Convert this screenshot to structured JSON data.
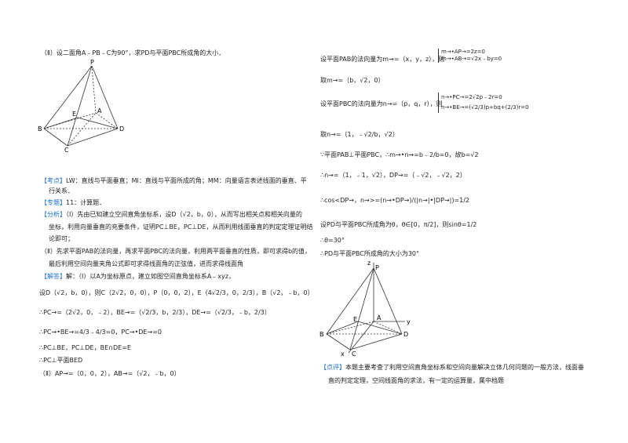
{
  "left": {
    "problem2": "（Ⅱ）设二面角A﹣PB﹣C为90°，求PD与平面PBC所成角的大小．",
    "fig1_labels": {
      "P": "P",
      "A": "A",
      "B": "B",
      "C": "C",
      "D": "D",
      "E": "E"
    },
    "kaodian_tag": "【考点】",
    "kaodian_text": "LW：直线与平面垂直；MI：直线与平面所成的角；MM：向量语言表述线面的垂直、平",
    "kaodian_text2": "行关系．",
    "zhuanti_tag": "【专题】",
    "zhuanti_text": "11：计算题．",
    "fenxi_tag": "【分析】",
    "fenxi_1": "（Ⅰ）先由已知建立空间直角坐标系，设D（√2，b，0），从而写出相关点和相关向量的",
    "fenxi_2": "坐标，利用向量垂直的充要条件，证明PC⊥BE，PC⊥DE，从而利用线面垂直的判定定理证明结",
    "fenxi_3": "论即可；",
    "fenxi_4": "（Ⅱ）先求平面PAB的法向量，再求平面PBC的法向量，利用两平面垂直的性质，即可求得b的值，",
    "fenxi_5": "最后利用空间向量夹角公式即可求得线面角的正弦值，进而求得线面角",
    "jieda_tag": "【解答】",
    "jieda_1": "解：（Ⅰ）以A为坐标原点，建立如图空间直角坐标系A﹣xyz，",
    "l2": "设D（√2，b，0），则C（2√2，0，0），P（0，0，2），E（4√2/3，0，2/3），B（√2，﹣b，0）",
    "l3": "∴PC→=（2√2，0，﹣2），BE→=（√2/3，b，2/3），DE→=（√2/3，﹣b，2/3）",
    "l4": "∴PC→•BE→=4/3﹣4/3=0，PC→•DE→=0",
    "l5": "∴PC⊥BE，PC⊥DE，BE∩DE=E",
    "l6": "∴PC⊥平面BED",
    "l7": "（Ⅱ）AP→=（0，0，2），AB→=（√2，﹣b，0）"
  },
  "right": {
    "r1": "设平面PAB的法向量为m→=（x，y，z），则",
    "r1_sys1": "m→•AP→=2z=0",
    "r1_sys2": "m→•AB→=√2x﹣by=0",
    "r2": "取m→=（b，√2，0）",
    "r3": "设平面PBC的法向量为n→=（p，q，r），则",
    "r3_sys1": "n→•PC→=2√2p﹣2r=0",
    "r3_sys2": "n→•BE→=(√2/3)p+bq+(2/3)r=0",
    "r4": "取n→=（1，﹣√2/b，√2）",
    "r5": "∵平面PAB⊥平面PBC，∴m→•n→=b﹣2/b=0，故b=√2",
    "r6": "∴n→=（1，﹣1，√2），DP→=（﹣√2，﹣√2，2）",
    "r7": "∴cos<DP→，n→>=(n→•DP→)/(|n→|•|DP→|)=1/2",
    "r8": "设PD与平面PBC所成角为θ，θ∈[0，π/2]，则sinθ=1/2",
    "r9": "∴θ=30°",
    "r10": "∴PD与平面PBC所成角的大小为30°",
    "fig2_labels": {
      "z": "z",
      "P": "P",
      "E": "E",
      "A": "A",
      "y": "y",
      "B": "B",
      "C": "C",
      "D": "D",
      "x": "x"
    },
    "dianping_tag": "【点评】",
    "dianping_1": "本题主要考查了利用空间直角坐标系和空间向量解决立体几何问题的一般方法，线面垂",
    "dianping_2": "直的判定定理，空间线面角的求法，有一定的运算量，属中档题"
  },
  "colors": {
    "accent": "#1e6fd0",
    "text": "#222222"
  }
}
